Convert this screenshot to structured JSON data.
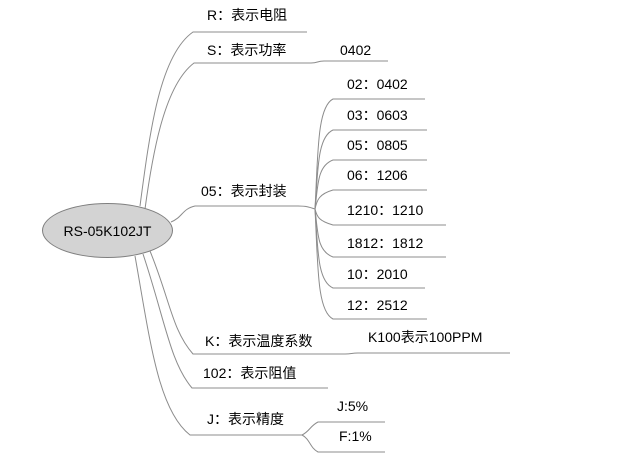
{
  "diagram": {
    "type": "mindmap",
    "root": {
      "label": "RS-05K102JT"
    },
    "branches": [
      {
        "id": "r",
        "label": "R：表示电阻",
        "children": []
      },
      {
        "id": "s",
        "label": "S：表示功率",
        "children": [
          "0402"
        ]
      },
      {
        "id": "package",
        "label": "05：表示封装",
        "children": [
          "02：0402",
          "03：0603",
          "05：0805",
          "06：1206",
          "1210：1210",
          "1812：1812",
          "10：2010",
          "12：2512"
        ]
      },
      {
        "id": "k",
        "label": "K：表示温度系数",
        "children": [
          "K100表示100PPM"
        ]
      },
      {
        "id": "resistance",
        "label": "102：表示阻值",
        "children": []
      },
      {
        "id": "j",
        "label": "J：表示精度",
        "children": [
          "J:5%",
          "F:1%"
        ]
      }
    ]
  },
  "colors": {
    "background": "#ffffff",
    "root_fill": "#d3d3d3",
    "root_border": "#7f7f7f",
    "line": "#8c8c8c",
    "text": "#000000"
  }
}
